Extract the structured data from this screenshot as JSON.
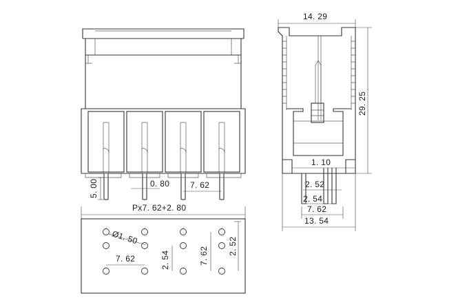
{
  "dimensions": {
    "width_top": "14. 29",
    "height_side": "29. 25",
    "pin_offset": "1. 10",
    "pin_pitch_a": "2. 52",
    "pin_pitch_b": "2. 54",
    "pin_spacing_side": "7. 62",
    "base_width": "13. 54",
    "pin_length": "5. 00",
    "pin_width": "0. 80",
    "pitch_front": "7. 62",
    "total_length": "Px7. 62+2. 80",
    "hole_diameter": "Ø1. 50",
    "footprint_pitch_h": "7. 62",
    "footprint_pitch_v1": "2. 54",
    "footprint_pitch_v2": "7. 62",
    "footprint_pitch_v3": "2. 52"
  }
}
